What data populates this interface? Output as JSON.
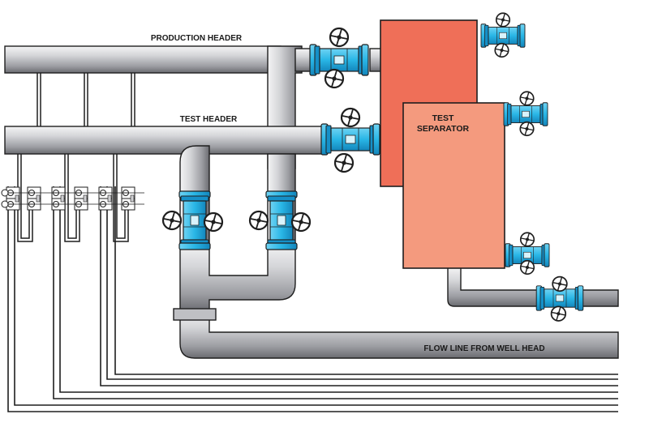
{
  "labels": {
    "production_header": "PRODUCTION HEADER",
    "test_header": "TEST HEADER",
    "test_separator_line1": "TEST",
    "test_separator_line2": "SEPARATOR",
    "flow_line": "FLOW LINE FROM WELL HEAD"
  },
  "colors": {
    "pipe_light": "#e9e9eb",
    "pipe_mid": "#b8b9bd",
    "pipe_dark": "#6f7075",
    "valve_body": "#29b6e6",
    "valve_flange": "#1590c8",
    "production_separator": "#ef6f58",
    "test_separator": "#f49a7e",
    "outline": "#222222"
  },
  "icons": [
    "gate-valve-icon",
    "handwheel-icon"
  ]
}
